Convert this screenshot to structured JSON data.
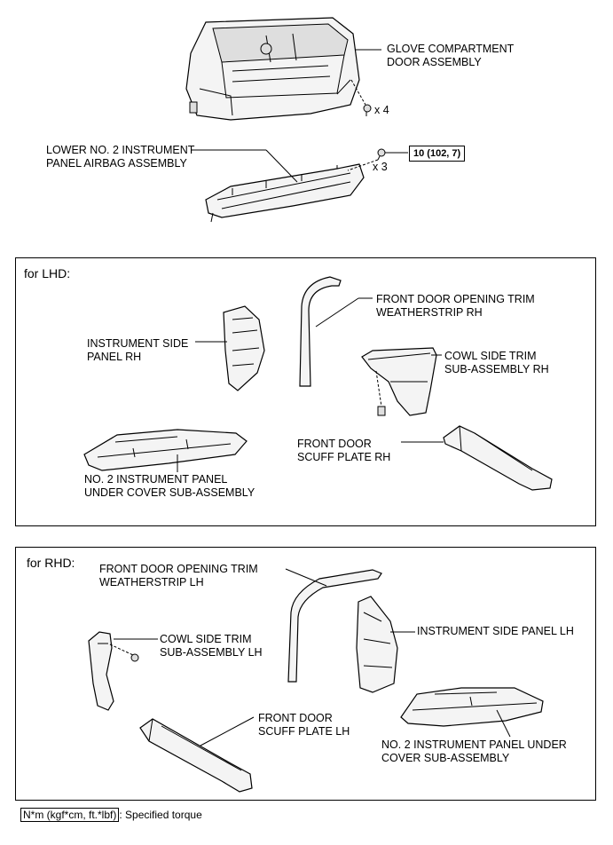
{
  "labels": {
    "glove_compartment": [
      "GLOVE COMPARTMENT",
      "DOOR ASSEMBLY"
    ],
    "glove_qty": "x 4",
    "lower_airbag": [
      "LOWER NO. 2 INSTRUMENT",
      "PANEL AIRBAG ASSEMBLY"
    ],
    "airbag_qty": "x 3",
    "torque": "10 (102, 7)",
    "lhd_header": "for LHD:",
    "rhd_header": "for RHD:",
    "lhd": {
      "weatherstrip": [
        "FRONT DOOR OPENING TRIM",
        "WEATHERSTRIP RH"
      ],
      "instrument_side": [
        "INSTRUMENT SIDE",
        "PANEL RH"
      ],
      "cowl_side": [
        "COWL SIDE TRIM",
        "SUB-ASSEMBLY RH"
      ],
      "scuff": [
        "FRONT DOOR",
        "SCUFF PLATE RH"
      ],
      "under_cover": [
        "NO. 2 INSTRUMENT PANEL",
        "UNDER COVER SUB-ASSEMBLY"
      ]
    },
    "rhd": {
      "weatherstrip": [
        "FRONT DOOR OPENING TRIM",
        "WEATHERSTRIP LH"
      ],
      "cowl_side": [
        "COWL SIDE TRIM",
        "SUB-ASSEMBLY LH"
      ],
      "instrument_side": "INSTRUMENT SIDE PANEL LH",
      "scuff": [
        "FRONT DOOR",
        "SCUFF PLATE LH"
      ],
      "under_cover": [
        "NO. 2 INSTRUMENT PANEL UNDER",
        "COVER SUB-ASSEMBLY"
      ]
    },
    "legend_box": "N*m (kgf*cm, ft.*lbf)",
    "legend_text": ": Specified torque"
  }
}
